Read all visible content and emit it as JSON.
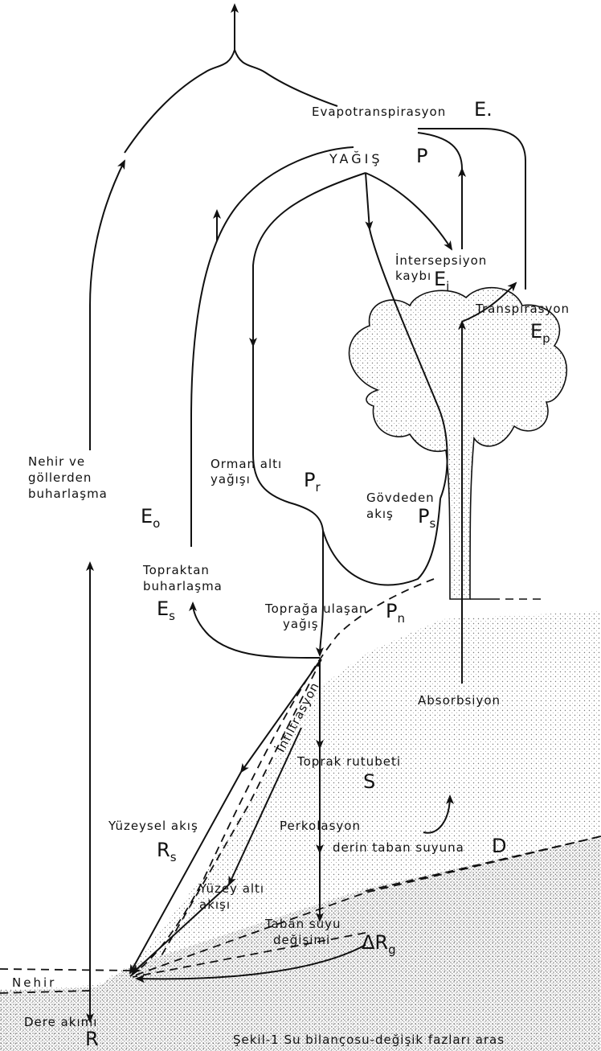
{
  "labels": {
    "evapotranspiration": "Evapotranspirasyon",
    "precipitation": "YAĞIŞ",
    "interception": "İntersepsiyon",
    "interception_loss": "kaybı",
    "transpiration": "Transpirasyon",
    "river_evap_1": "Nehir ve",
    "river_evap_2": "göllerden",
    "river_evap_3": "buharlaşma",
    "throughfall_1": "Orman altı",
    "throughfall_2": "yağışı",
    "stemflow_1": "Gövdeden",
    "stemflow_2": "akış",
    "soil_evap_1": "Topraktan",
    "soil_evap_2": "buharlaşma",
    "net_rain_1": "Toprağa ulaşan",
    "net_rain_2": "yağış",
    "infiltration": "İnfiltrasyon",
    "absorption": "Absorbsiyon",
    "soil_moisture": "Toprak rutubeti",
    "surface_runoff": "Yüzeysel akış",
    "percolation": "Perkolasyon",
    "deep_groundwater": "derin taban suyuna",
    "subsurface_1": "Yüzey altı",
    "subsurface_2": "akışı",
    "groundwater_1": "Taban suyu",
    "groundwater_2": "değişimi",
    "river": "Nehir",
    "streamflow": "Dere akımı",
    "caption": "Şekil-1 Su bilançosu-değişik fazları aras"
  },
  "symbols": {
    "E": "E.",
    "P": "P",
    "Ei": "E",
    "Ei_sub": "i",
    "Ep": "E",
    "Ep_sub": "p",
    "Eo": "E",
    "Eo_sub": "o",
    "Pr": "P",
    "Pr_sub": "r",
    "Ps": "P",
    "Ps_sub": "s",
    "Es": "E",
    "Es_sub": "s",
    "Pn": "P",
    "Pn_sub": "n",
    "S": "S",
    "Rs": "R",
    "Rs_sub": "s",
    "D": "D",
    "dRg": "ΔR",
    "dRg_sub": "g",
    "R": "R"
  }
}
